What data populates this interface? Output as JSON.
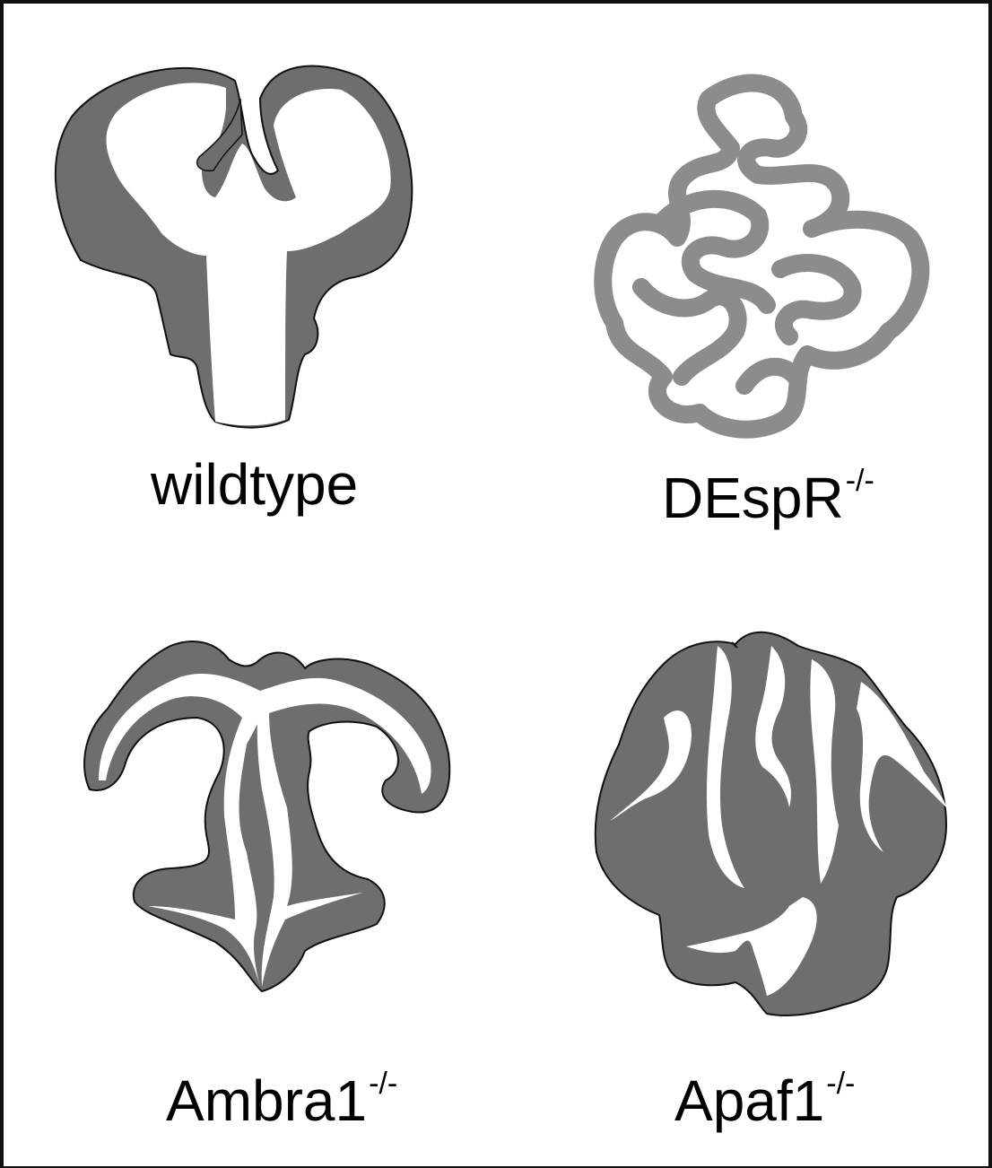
{
  "panels": [
    {
      "id": "wildtype",
      "name": "wildtype",
      "superscript": ""
    },
    {
      "id": "despr",
      "name": "DEspR",
      "superscript": "-/-"
    },
    {
      "id": "ambra1",
      "name": "Ambra1",
      "superscript": "-/-"
    },
    {
      "id": "apaf1",
      "name": "Apaf1",
      "superscript": "-/-"
    }
  ],
  "colors": {
    "tissue_fill": "#6e6e6e",
    "tissue_light_fill": "#8c8c8c",
    "outline": "#111111",
    "ventricle": "#ffffff",
    "frame": "#111111"
  }
}
